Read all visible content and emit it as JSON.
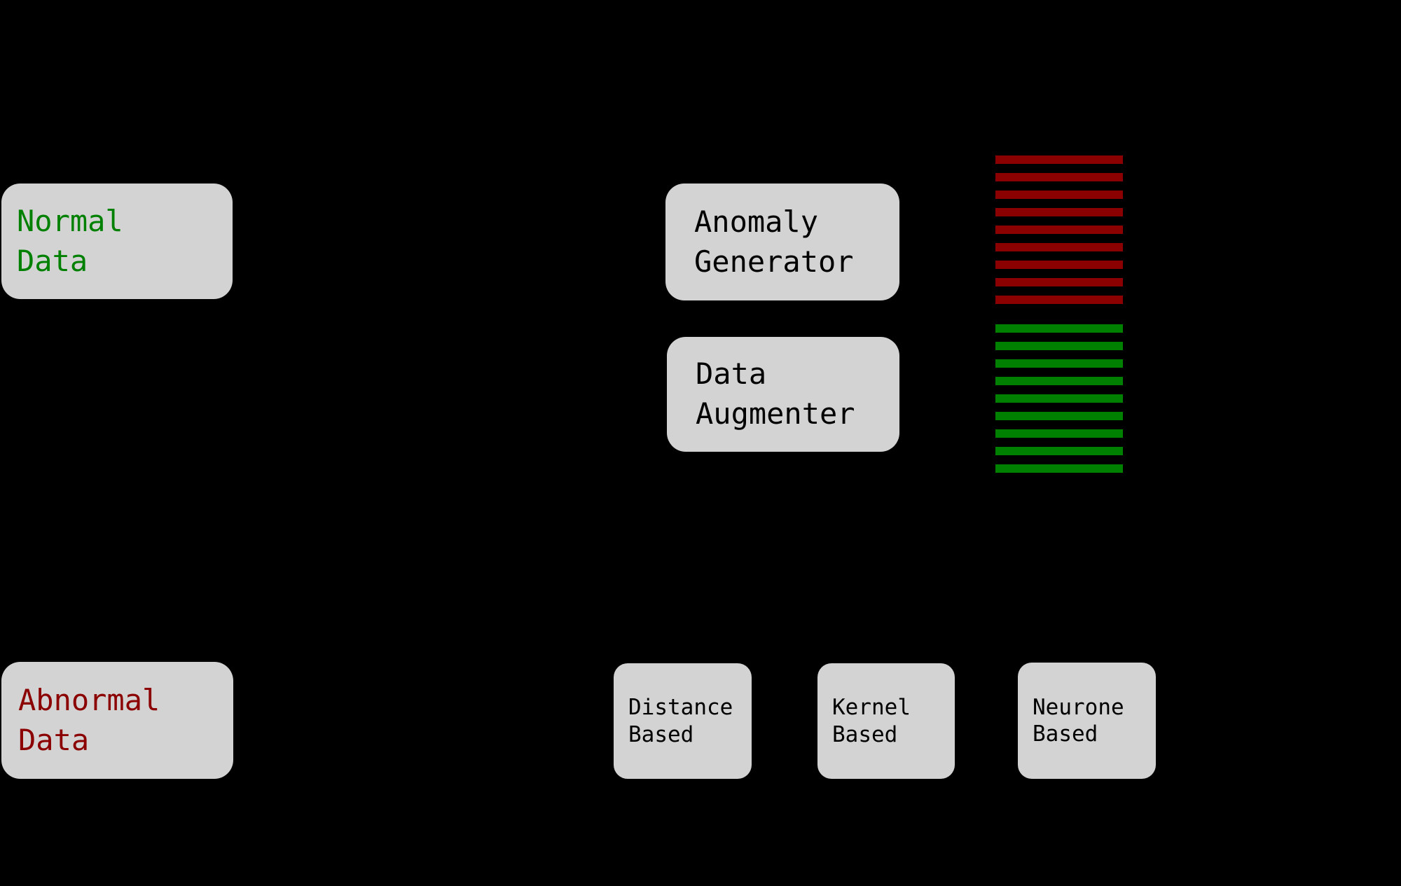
{
  "colors": {
    "background": "#000000",
    "box_fill": "#D3D3D3",
    "normal_green": "#008000",
    "abnormal_red": "#8B0000",
    "box_text_black": "#000000"
  },
  "boxes": {
    "normal_data": {
      "line1": "Normal",
      "line2": "Data"
    },
    "abnormal_data": {
      "line1": "Abnormal",
      "line2": "Data"
    },
    "anomaly_generator": {
      "line1": "Anomaly",
      "line2": "Generator"
    },
    "data_augmenter": {
      "line1": "Data",
      "line2": "Augmenter"
    },
    "distance_based": {
      "line1": "Distance",
      "line2": "Based"
    },
    "kernel_based": {
      "line1": "Kernel",
      "line2": "Based"
    },
    "neurone_based": {
      "line1": "Neurone",
      "line2": "Based"
    }
  },
  "stripes": {
    "abnormal": {
      "count": 9,
      "color": "#8B0000"
    },
    "normal": {
      "count": 9,
      "color": "#008000"
    }
  }
}
